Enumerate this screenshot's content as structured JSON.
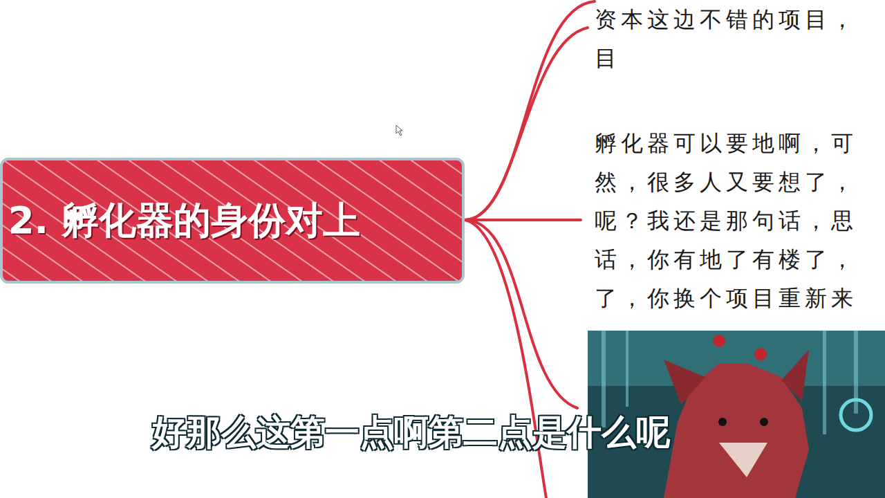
{
  "diagram": {
    "nodes": [
      {
        "text": [
          "2. 孵化器的身份对上"
        ]
      }
    ],
    "labels": [
      "资本这边不错的项目， 目",
      "孵化器可以要地啊，可 然，很多人又要想了， 呢？我还是那句话，思 话，你有地了有楼了， 了，你换个项目重新来",
      "好那么这第一点啊第二点是什么呢"
    ]
  }
}
